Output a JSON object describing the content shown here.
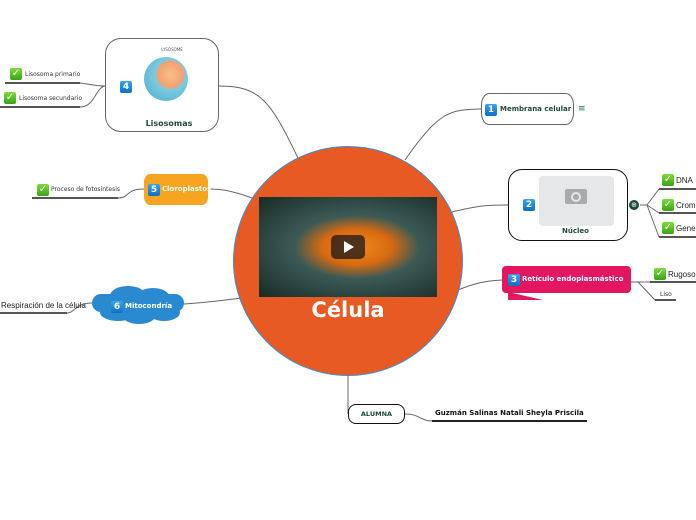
{
  "central": {
    "title": "Célula",
    "color": "#e85a24"
  },
  "branches": {
    "membrana": {
      "number": "1",
      "label": "Membrana celular",
      "notes_icon": "≡"
    },
    "nucleo": {
      "number": "2",
      "label": "Núcleo",
      "children": [
        "DNA",
        "Crom",
        "Gene"
      ]
    },
    "reticulo": {
      "number": "3",
      "label": "Retículo endoplasmástico",
      "color": "#e3175f",
      "children": [
        "Rugoso",
        "Liso"
      ]
    },
    "lisosomas": {
      "number": "4",
      "label": "Lisosomas",
      "image_caption": "LYSOSOME",
      "children": [
        "Lisosoma primario",
        "Lisosoma secundario"
      ]
    },
    "cloroplastos": {
      "number": "5",
      "label": "Cloroplastos",
      "color": "#f7a520",
      "children": [
        "Proceso de fotosíntesis"
      ]
    },
    "mitocondria": {
      "number": "6",
      "label": "Mitocondría",
      "color": "#2a8ad0",
      "children": [
        "Respiración de la célula"
      ]
    },
    "alumna": {
      "label": "ALUMNA",
      "value": "Guzmán Salinas Natali Sheyla Priscila"
    }
  }
}
